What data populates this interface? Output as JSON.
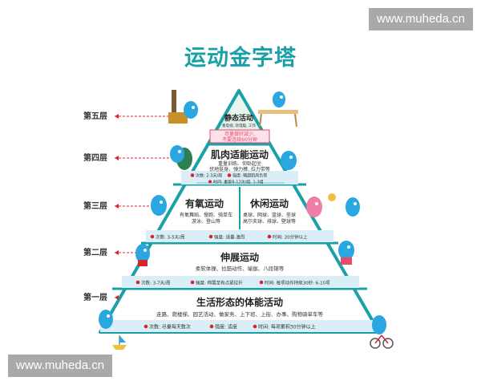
{
  "watermark_top": "www.muheda.cn",
  "watermark_bottom": "www.muheda.cn",
  "title": "运动金字塔",
  "colors": {
    "teal": "#1aa0a7",
    "pink": "#e84a6a",
    "purple": "#b14fc5",
    "blue": "#1f7fd6",
    "red": "#d9232d",
    "bar": "#d9eef6"
  },
  "floors": [
    {
      "label": "第五层"
    },
    {
      "label": "第四层"
    },
    {
      "label": "第三层"
    },
    {
      "label": "第二层"
    },
    {
      "label": "第一层"
    }
  ],
  "level5": {
    "heading": "静态活动",
    "detail": "看电视, 玩电脑, 工作",
    "advice_line1": "尽量做好减少,",
    "advice_line2": "不要连续60分钟"
  },
  "level4": {
    "heading": "肌肉适能运动",
    "line1": "重量训练、仰卧起坐",
    "line2": "伏地挺身、弹力棒, 拉力带等",
    "stats": [
      "次数: 2-3天/周",
      "强度: 略超肌肉负荷",
      "时间: 重复8-12次/组, 1-3组"
    ]
  },
  "level3": {
    "left_heading": "有氧运动",
    "left_line1": "有氧舞蹈、慢跑、骑单车",
    "left_line2": "游泳、登山等",
    "right_heading": "休闲运动",
    "right_line1": "桌球、网球、篮球、垒球",
    "right_line2": "高尔夫球、排球、壁球等",
    "stats": [
      "次数: 3-5天/周",
      "强度: 适量-激烈",
      "时间: 20分钟以上"
    ]
  },
  "level2": {
    "heading": "伸展运动",
    "line1": "柔软体操、拉筋动作、瑜伽、八段锦等",
    "stats": [
      "次数: 3-7天/周",
      "强度: 伸展至有点紧拉扦",
      "时间: 每项动作持续30秒: 6-10项"
    ]
  },
  "level1": {
    "heading": "生活形态的体能活动",
    "line1": "走路、爬楼梯、园艺活动、做家务、上下班、上街、办事、购物骑单车等",
    "stats": [
      "次数: 尽量每天数次",
      "强度: 适度",
      "时间: 每项累积30分钟以上"
    ]
  },
  "icons": [
    "person-reading-icon",
    "figure-sitting-icon",
    "figure-lifting-weights-icon",
    "figure-playing-ball-icon",
    "figure-dancing-icon",
    "figure-stretching-icon",
    "figure-walking-icon",
    "bicycle-icon",
    "boat-icon"
  ]
}
